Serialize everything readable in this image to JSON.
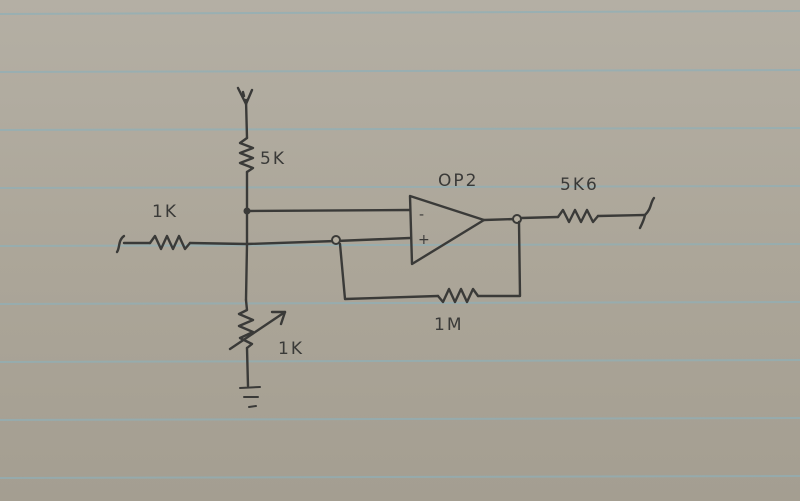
{
  "labels": {
    "r_top": "5K",
    "r_in": "1K",
    "r_pot": "1K",
    "r_feedback": "1M",
    "r_out": "5K6",
    "opamp": "OP2",
    "opamp_minus": "-",
    "opamp_plus": "+"
  },
  "colors": {
    "paper": "#ada79b",
    "rule_line": "#8fb0b8",
    "ink": "#3a3a38"
  },
  "paper": {
    "ruled_line_count": 9
  }
}
